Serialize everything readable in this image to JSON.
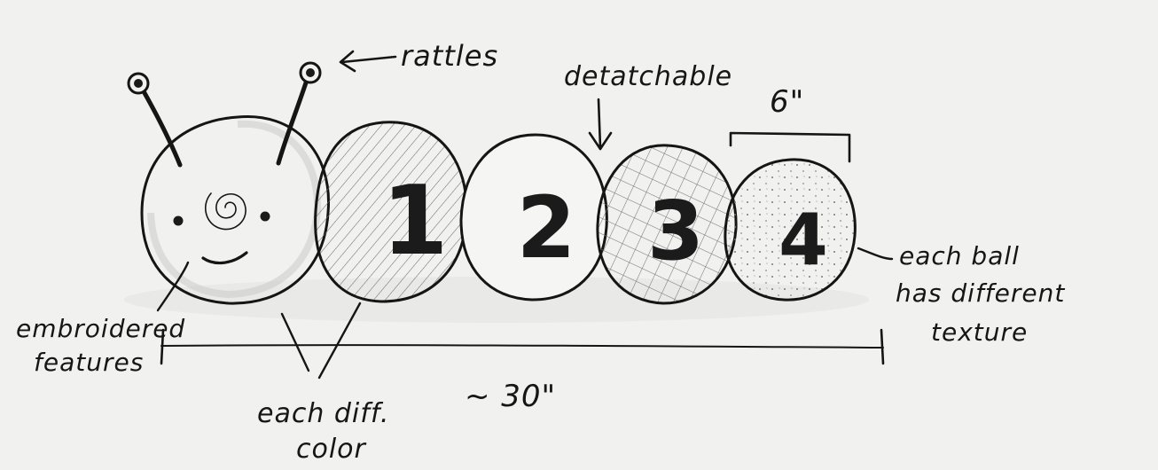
{
  "sketch": {
    "balls": [
      {
        "number": "1",
        "texture": "diagonal-hatch"
      },
      {
        "number": "2",
        "texture": "plain"
      },
      {
        "number": "3",
        "texture": "crosshatch"
      },
      {
        "number": "4",
        "texture": "dotted"
      }
    ],
    "annotations": {
      "rattles": "rattles",
      "detachable": "detatchable",
      "ball_size": "6\"",
      "texture_line1": "each ball",
      "texture_line2": "has different",
      "texture_line3": "texture",
      "embroidered_line1": "embroidered",
      "embroidered_line2": "features",
      "color_line1": "each diff.",
      "color_line2": "color",
      "total_length": "~ 30\""
    },
    "colors": {
      "paper": "#f1f1ef",
      "ink": "#151515"
    }
  }
}
